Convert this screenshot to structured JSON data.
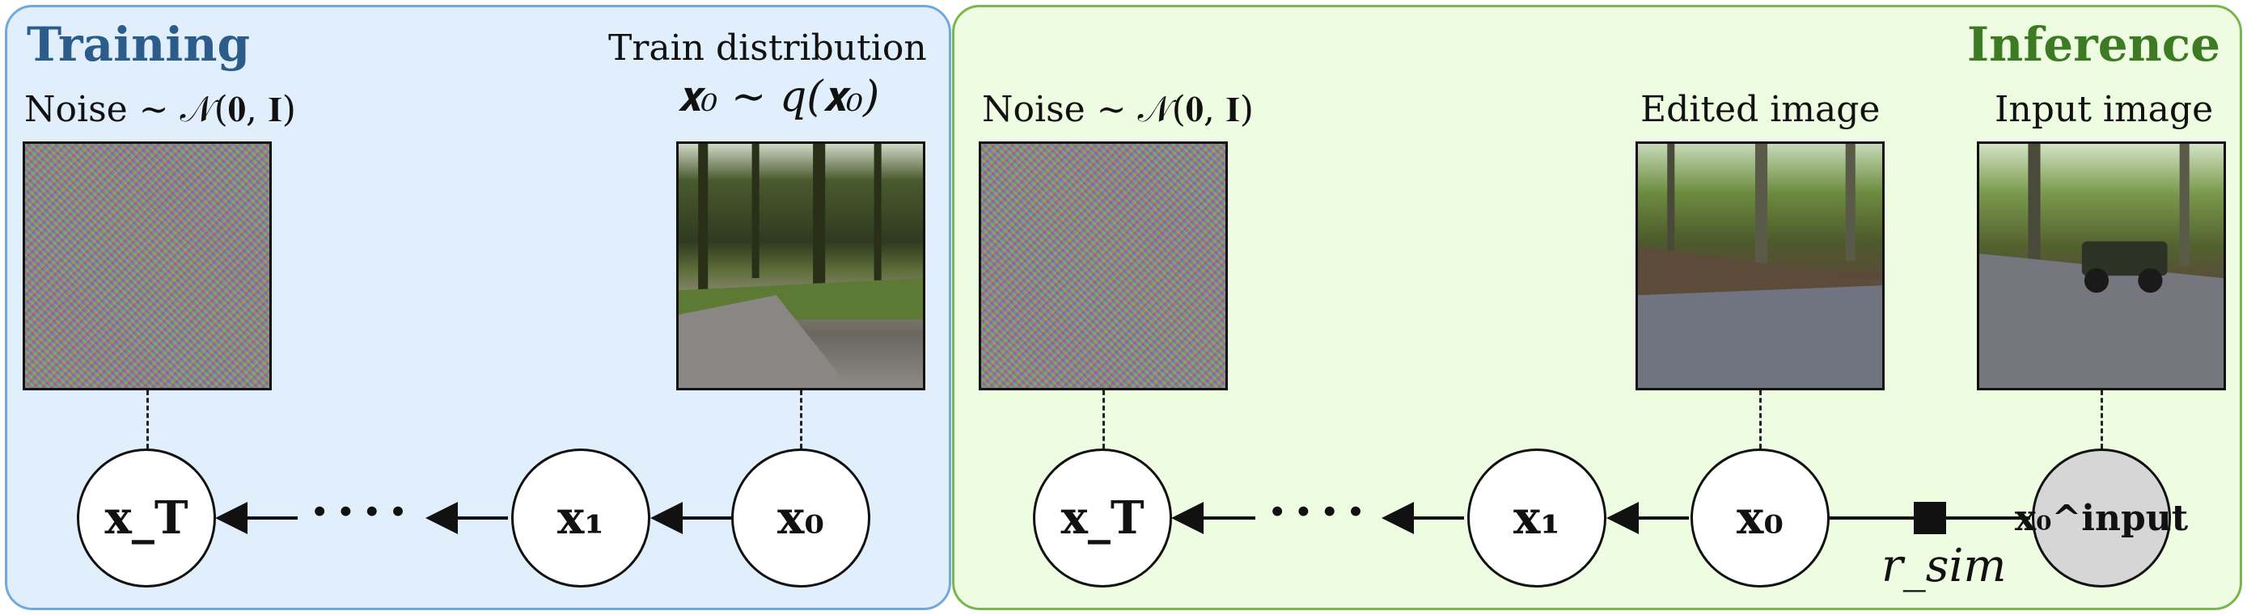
{
  "training": {
    "title": "Training",
    "noise_label": "Noise ∼ 𝒩(𝟎, 𝐈)",
    "dist_label_line1": "Train distribution",
    "dist_label_line2": "𝐱₀ ∼ 𝑞(𝐱₀)",
    "nodes": [
      "𝐱_T",
      "𝐱₁",
      "𝐱₀"
    ],
    "dots": "····"
  },
  "inference": {
    "title": "Inference",
    "noise_label": "Noise ∼ 𝒩(𝟎, 𝐈)",
    "edited_label": "Edited image",
    "input_label": "Input image",
    "nodes": [
      "𝐱_T",
      "𝐱₁",
      "𝐱₀",
      "𝐱₀^input"
    ],
    "dots": "····",
    "factor_label": "r_sim"
  },
  "colors": {
    "training_bg": "#e1effd",
    "training_border": "#6fa9dd",
    "training_title": "#2b5c8a",
    "inference_bg": "#eefde1",
    "inference_border": "#7ab64d",
    "inference_title": "#3d7a24",
    "input_node": "#d6d6d6"
  }
}
